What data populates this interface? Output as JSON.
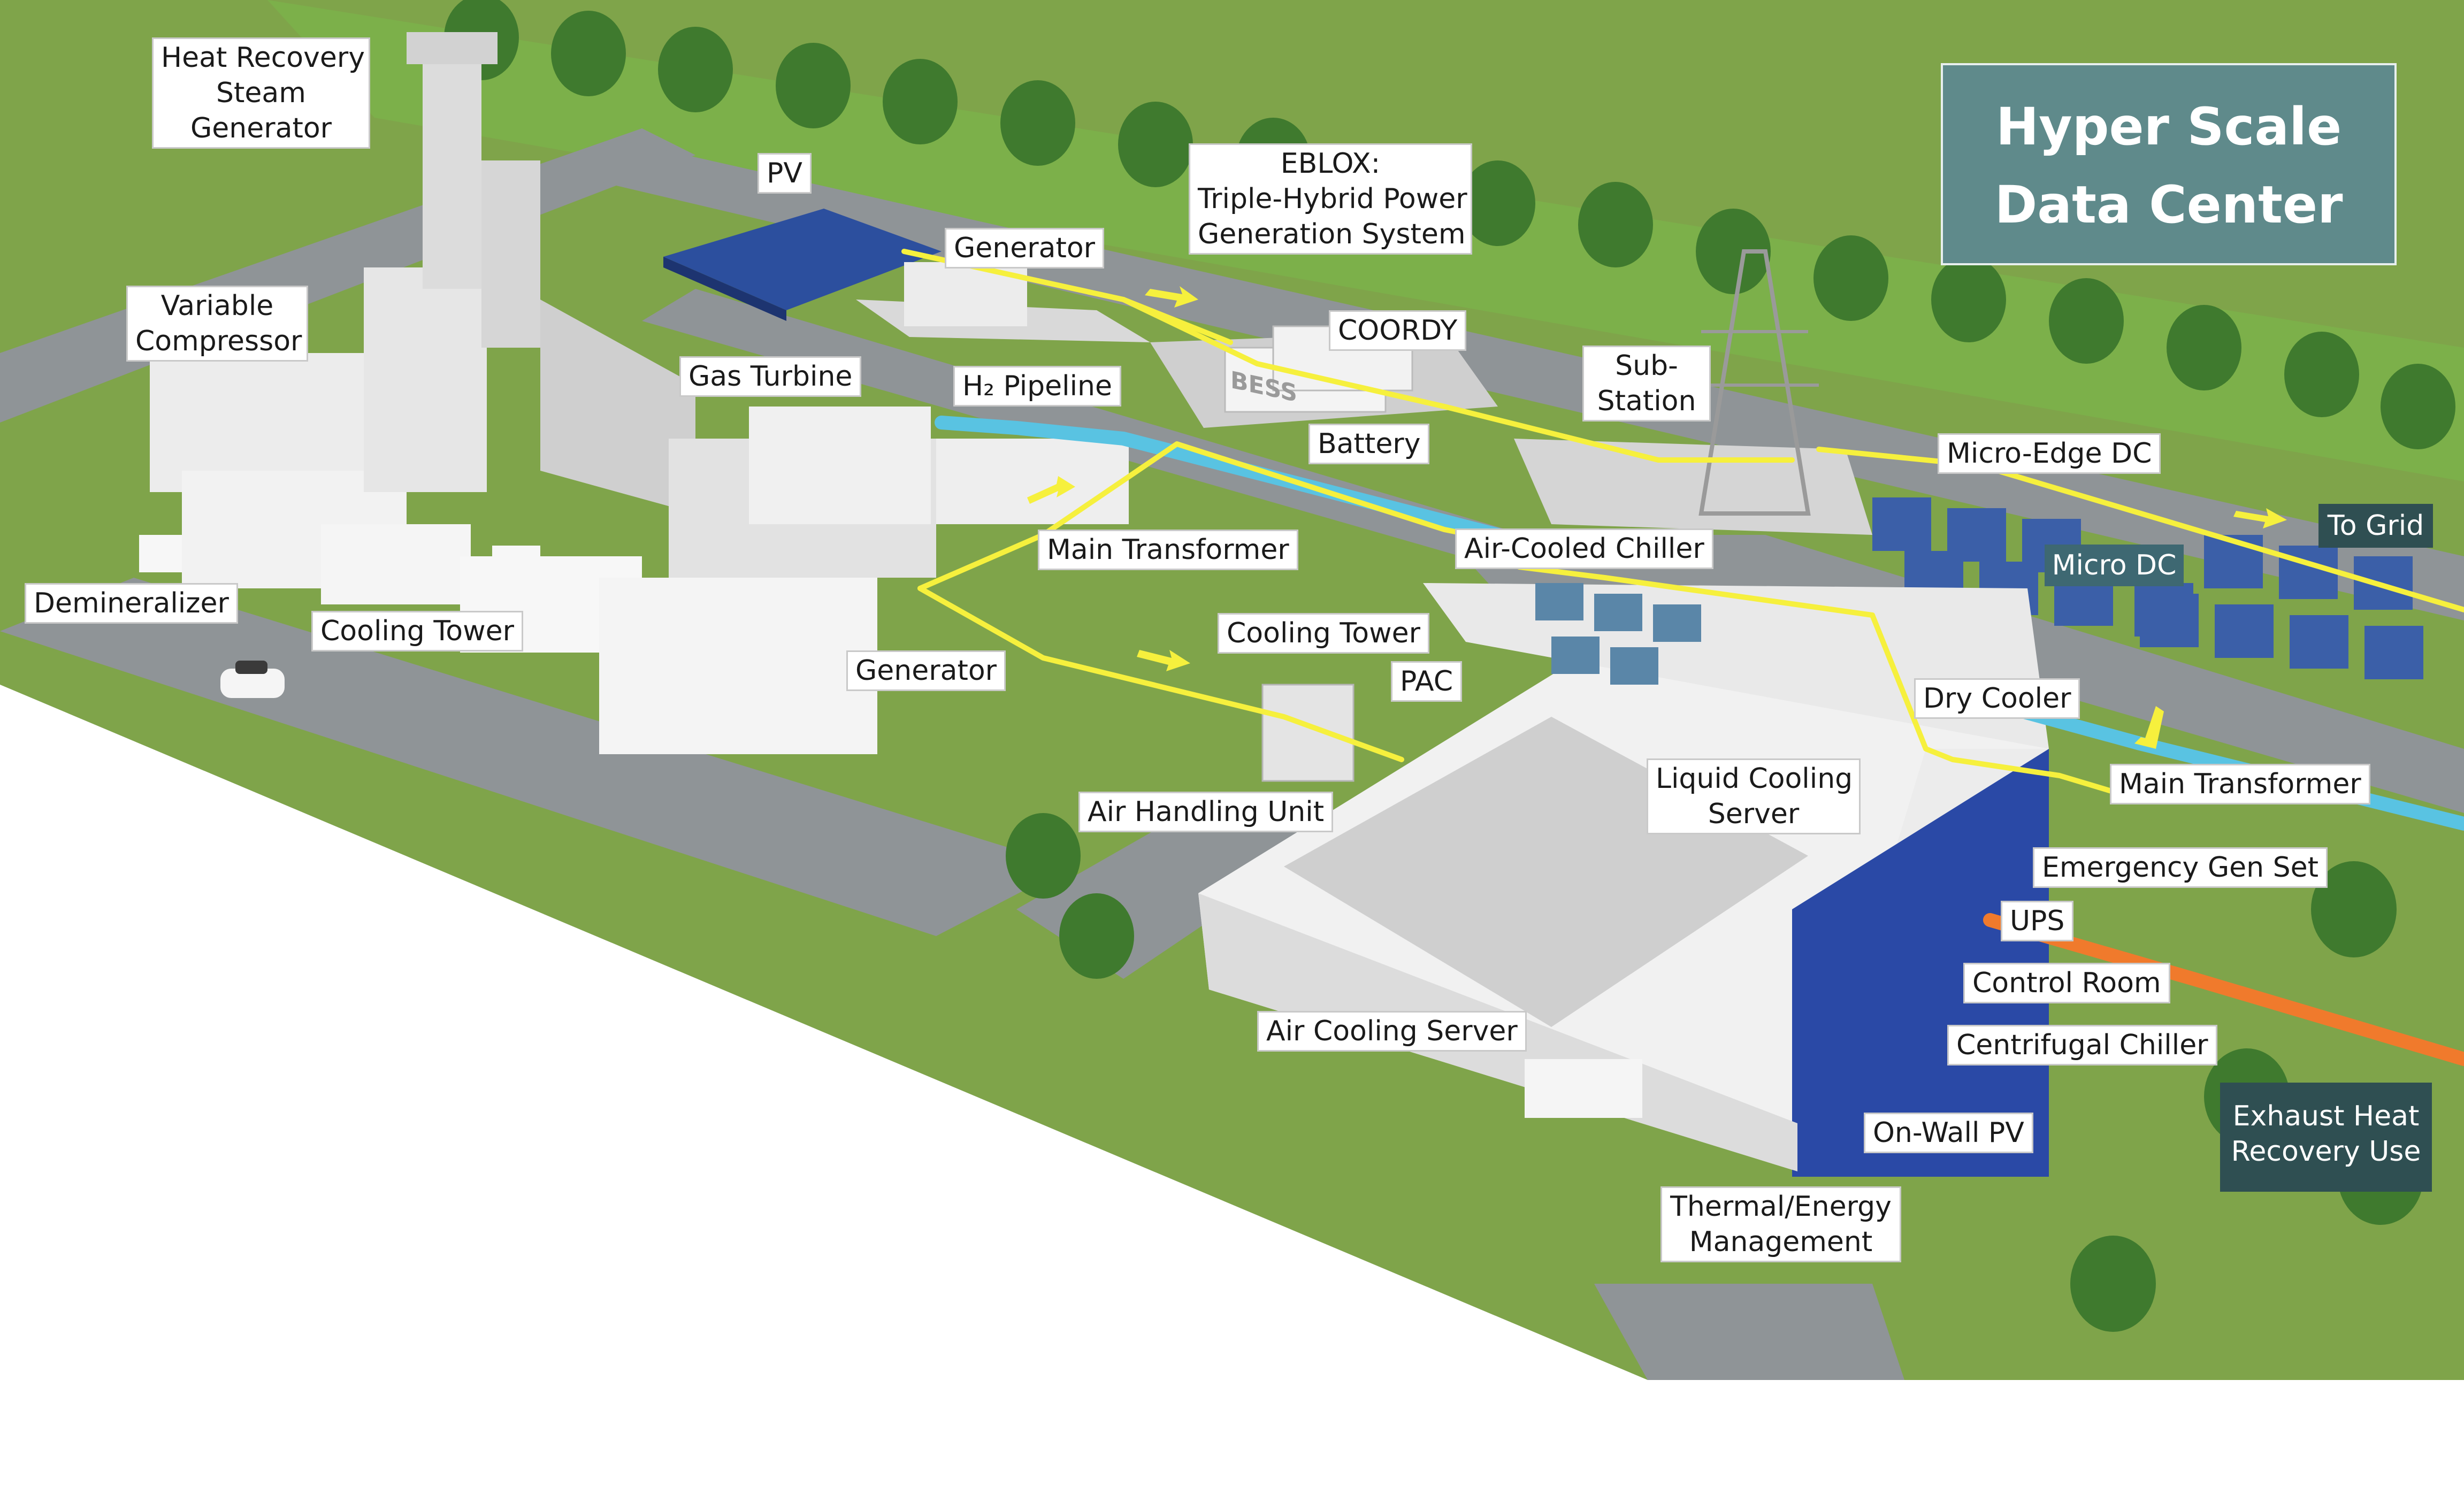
{
  "title": {
    "line1": "Hyper Scale",
    "line2": "Data Center"
  },
  "labels": {
    "heat_recovery": [
      "Heat Recovery",
      "Steam",
      "Generator"
    ],
    "variable_compressor": [
      "Variable",
      "Compressor"
    ],
    "demineralizer": "Demineralizer",
    "cooling_tower_plant": "Cooling Tower",
    "gas_turbine": "Gas Turbine",
    "pv": "PV",
    "generator_pv": "Generator",
    "h2_pipeline": "H₂ Pipeline",
    "eblox": [
      "EBLOX:",
      "Triple-Hybrid Power",
      "Generation System"
    ],
    "coordy": "COORDY",
    "battery": "Battery",
    "main_transformer_plant": "Main Transformer",
    "generator_turbine": "Generator",
    "substation": [
      "Sub-",
      "Station"
    ],
    "micro_edge_dc": "Micro-Edge DC",
    "micro_dc": "Micro DC",
    "to_grid": "To Grid",
    "air_cooled_chiller": "Air-Cooled Chiller",
    "cooling_tower_dc": "Cooling Tower",
    "pac": "PAC",
    "dry_cooler": "Dry Cooler",
    "main_transformer_dc": "Main Transformer",
    "air_handling_unit": "Air Handling Unit",
    "liquid_cooling_server": [
      "Liquid Cooling",
      "Server"
    ],
    "emergency_gen_set": "Emergency Gen Set",
    "ups": "UPS",
    "control_room": "Control Room",
    "centrifugal_chiller": "Centrifugal Chiller",
    "air_cooling_server": "Air Cooling Server",
    "on_wall_pv": "On-Wall PV",
    "thermal_energy_management": [
      "Thermal/Energy",
      "Management"
    ],
    "exhaust_heat_recovery": [
      "Exhaust Heat",
      "Recovery Use"
    ],
    "bess_mark": "BESS"
  },
  "colors": {
    "sky": "#c7cbcd",
    "grass": "#6f9a3c",
    "road": "#8e9396",
    "power_line": "#f5ef3a",
    "h2_pipe": "#5bc6e6",
    "heat_pipe": "#f07a2c",
    "title_box": "#5f8a8b",
    "dark_tag": "#2f4f52"
  }
}
